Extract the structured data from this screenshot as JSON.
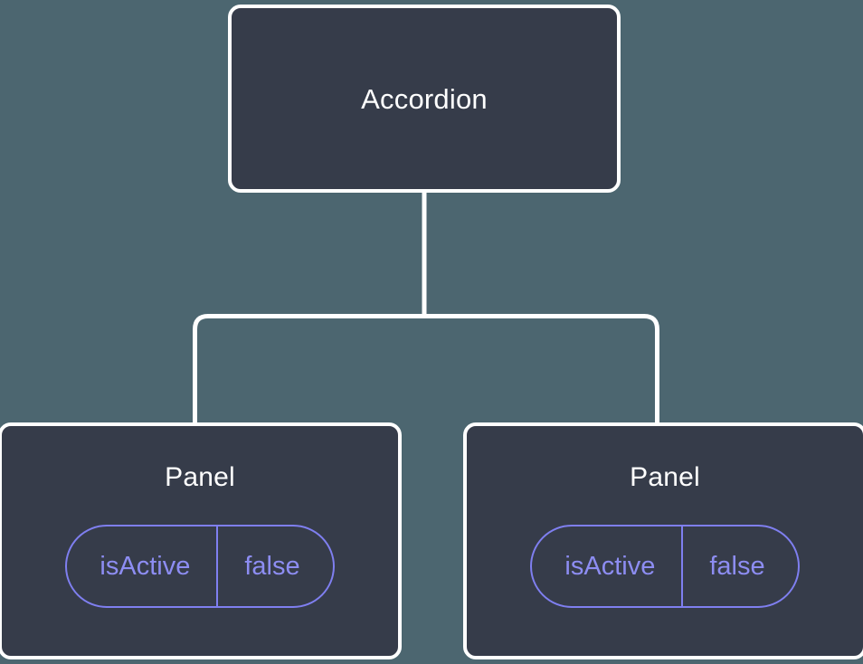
{
  "canvas": {
    "background_color": "#4c6670",
    "node_fill_color": "#363c4a",
    "node_border_color": "#ffffff",
    "edge_color": "#ffffff",
    "pill_color": "#7f7ff0",
    "title_color": "#ffffff"
  },
  "tree": {
    "root": {
      "title": "Accordion"
    },
    "children": [
      {
        "title": "Panel",
        "prop": {
          "key": "isActive",
          "value": "false"
        }
      },
      {
        "title": "Panel",
        "prop": {
          "key": "isActive",
          "value": "false"
        }
      }
    ]
  }
}
